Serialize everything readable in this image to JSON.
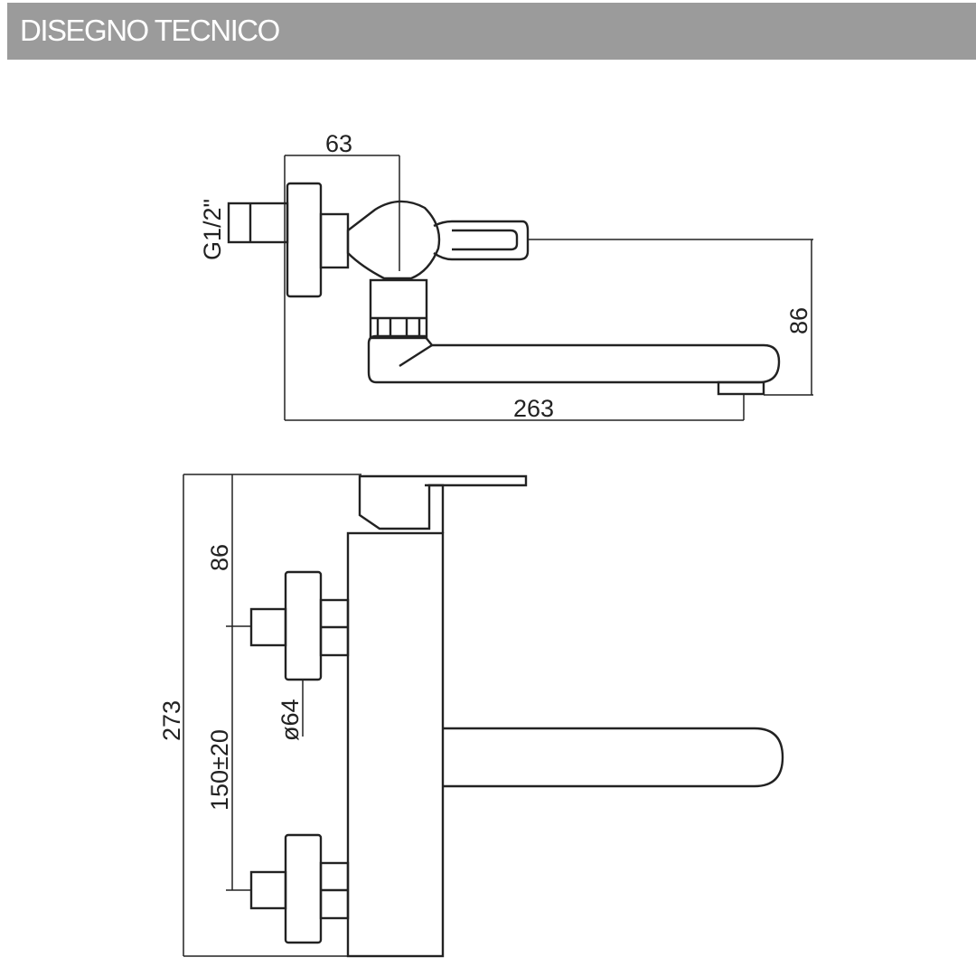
{
  "header": {
    "title": "DISEGNO TECNICO"
  },
  "side_view": {
    "dim_body_offset": "63",
    "dim_thread": "G1/2\"",
    "dim_height": "86",
    "dim_length": "263"
  },
  "front_view": {
    "dim_total_height": "273",
    "dim_top": "86",
    "dim_inlet_spacing": "150±20",
    "dim_flange_diameter": "ø64"
  }
}
